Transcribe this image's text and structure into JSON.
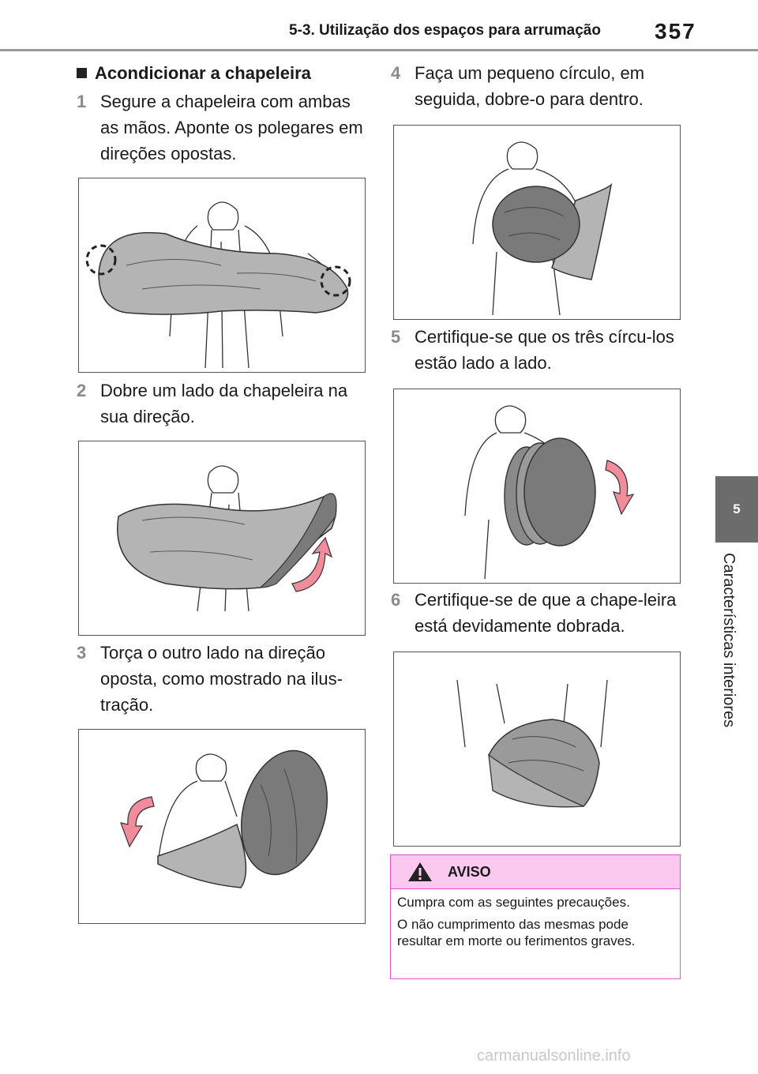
{
  "header": {
    "section_title": "5-3. Utilização dos espaços para arrumação",
    "page_number": "357"
  },
  "side_tab": {
    "chapter_number": "5",
    "chapter_title": "Características interiores"
  },
  "section": {
    "heading": "Acondicionar a chapeleira"
  },
  "steps": [
    {
      "number": "1",
      "text": "Segure a chapeleira com ambas as mãos. Aponte os polegares em direções opostas."
    },
    {
      "number": "2",
      "text": "Dobre um lado da chapeleira na sua direção."
    },
    {
      "number": "3",
      "text": "Torça o outro lado na direção oposta, como mostrado na ilus-tração."
    },
    {
      "number": "4",
      "text": "Faça um pequeno círculo, em seguida, dobre-o para dentro."
    },
    {
      "number": "5",
      "text": "Certifique-se que os três círcu-los estão lado a lado."
    },
    {
      "number": "6",
      "text": "Certifique-se de que a chape-leira está devidamente dobrada."
    }
  ],
  "warning": {
    "title": "AVISO",
    "line1": "Cumpra com as seguintes precauções.",
    "line2": "O não cumprimento das mesmas pode resultar em morte ou ferimentos graves."
  },
  "watermark": "carmanualsonline.info",
  "colors": {
    "tab_gray": "#6c6c6c",
    "warning_border": "#e455c8",
    "warning_fill": "#fbc9ef",
    "arrow_pink": "#f08c9c",
    "shelf_gray": "#b4b4b4"
  }
}
